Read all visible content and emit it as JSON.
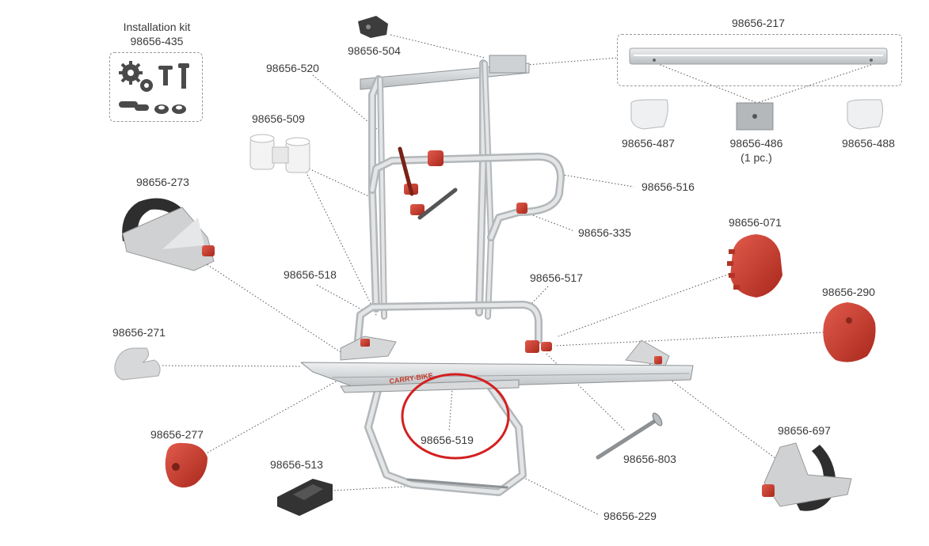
{
  "installation_kit": {
    "title": "Installation kit",
    "part": "98656-435"
  },
  "parts": [
    {
      "id": "p217",
      "label": "98656-217"
    },
    {
      "id": "p504",
      "label": "98656-504"
    },
    {
      "id": "p520",
      "label": "98656-520"
    },
    {
      "id": "p509",
      "label": "98656-509"
    },
    {
      "id": "p487",
      "label": "98656-487"
    },
    {
      "id": "p486",
      "label": "98656-486"
    },
    {
      "id": "p486q",
      "label": "(1 pc.)"
    },
    {
      "id": "p488",
      "label": "98656-488"
    },
    {
      "id": "p516",
      "label": "98656-516"
    },
    {
      "id": "p273",
      "label": "98656-273"
    },
    {
      "id": "p335",
      "label": "98656-335"
    },
    {
      "id": "p071",
      "label": "98656-071"
    },
    {
      "id": "p518",
      "label": "98656-518"
    },
    {
      "id": "p517",
      "label": "98656-517"
    },
    {
      "id": "p290",
      "label": "98656-290"
    },
    {
      "id": "p271",
      "label": "98656-271"
    },
    {
      "id": "p519",
      "label": "98656-519"
    },
    {
      "id": "p277",
      "label": "98656-277"
    },
    {
      "id": "p697",
      "label": "98656-697"
    },
    {
      "id": "p803",
      "label": "98656-803"
    },
    {
      "id": "p513",
      "label": "98656-513"
    },
    {
      "id": "p229",
      "label": "98656-229"
    }
  ],
  "brand_text": "CARRY-BIKE",
  "colors": {
    "accent_red": "#c0392b",
    "highlight_circle": "#d42020",
    "frame": "#c9ccce",
    "dark": "#3a3a3a"
  }
}
